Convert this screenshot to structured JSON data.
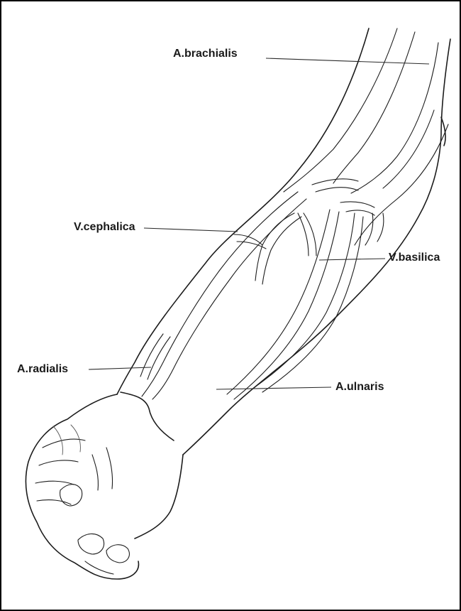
{
  "labels": {
    "brachialis": "A.brachialis",
    "cephalica": "V.cephalica",
    "basilica": "V.basilica",
    "radialis": "A.radialis",
    "ulnaris": "A.ulnaris"
  },
  "colors": {
    "ink": "#1c1c1c",
    "background": "#ffffff",
    "frame": "#000000"
  }
}
